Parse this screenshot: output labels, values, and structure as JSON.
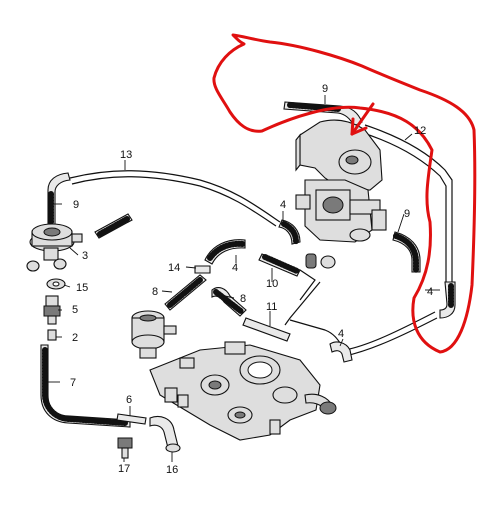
{
  "diagram": {
    "labels": {
      "l9_top": "9",
      "l12": "12",
      "l13": "13",
      "l9_left": "9",
      "l4_mid": "4",
      "l9_right": "9",
      "l3": "3",
      "l14": "14",
      "l4_center": "4",
      "l10": "10",
      "l15": "15",
      "l8_left": "8",
      "l8_mid": "8",
      "l5": "5",
      "l11": "11",
      "l4_right": "4",
      "l2": "2",
      "l4_lower": "4",
      "l7": "7",
      "l6": "6",
      "l17": "17",
      "l16": "16"
    },
    "colors": {
      "ink": "#111111",
      "markup": "#e01010"
    }
  }
}
